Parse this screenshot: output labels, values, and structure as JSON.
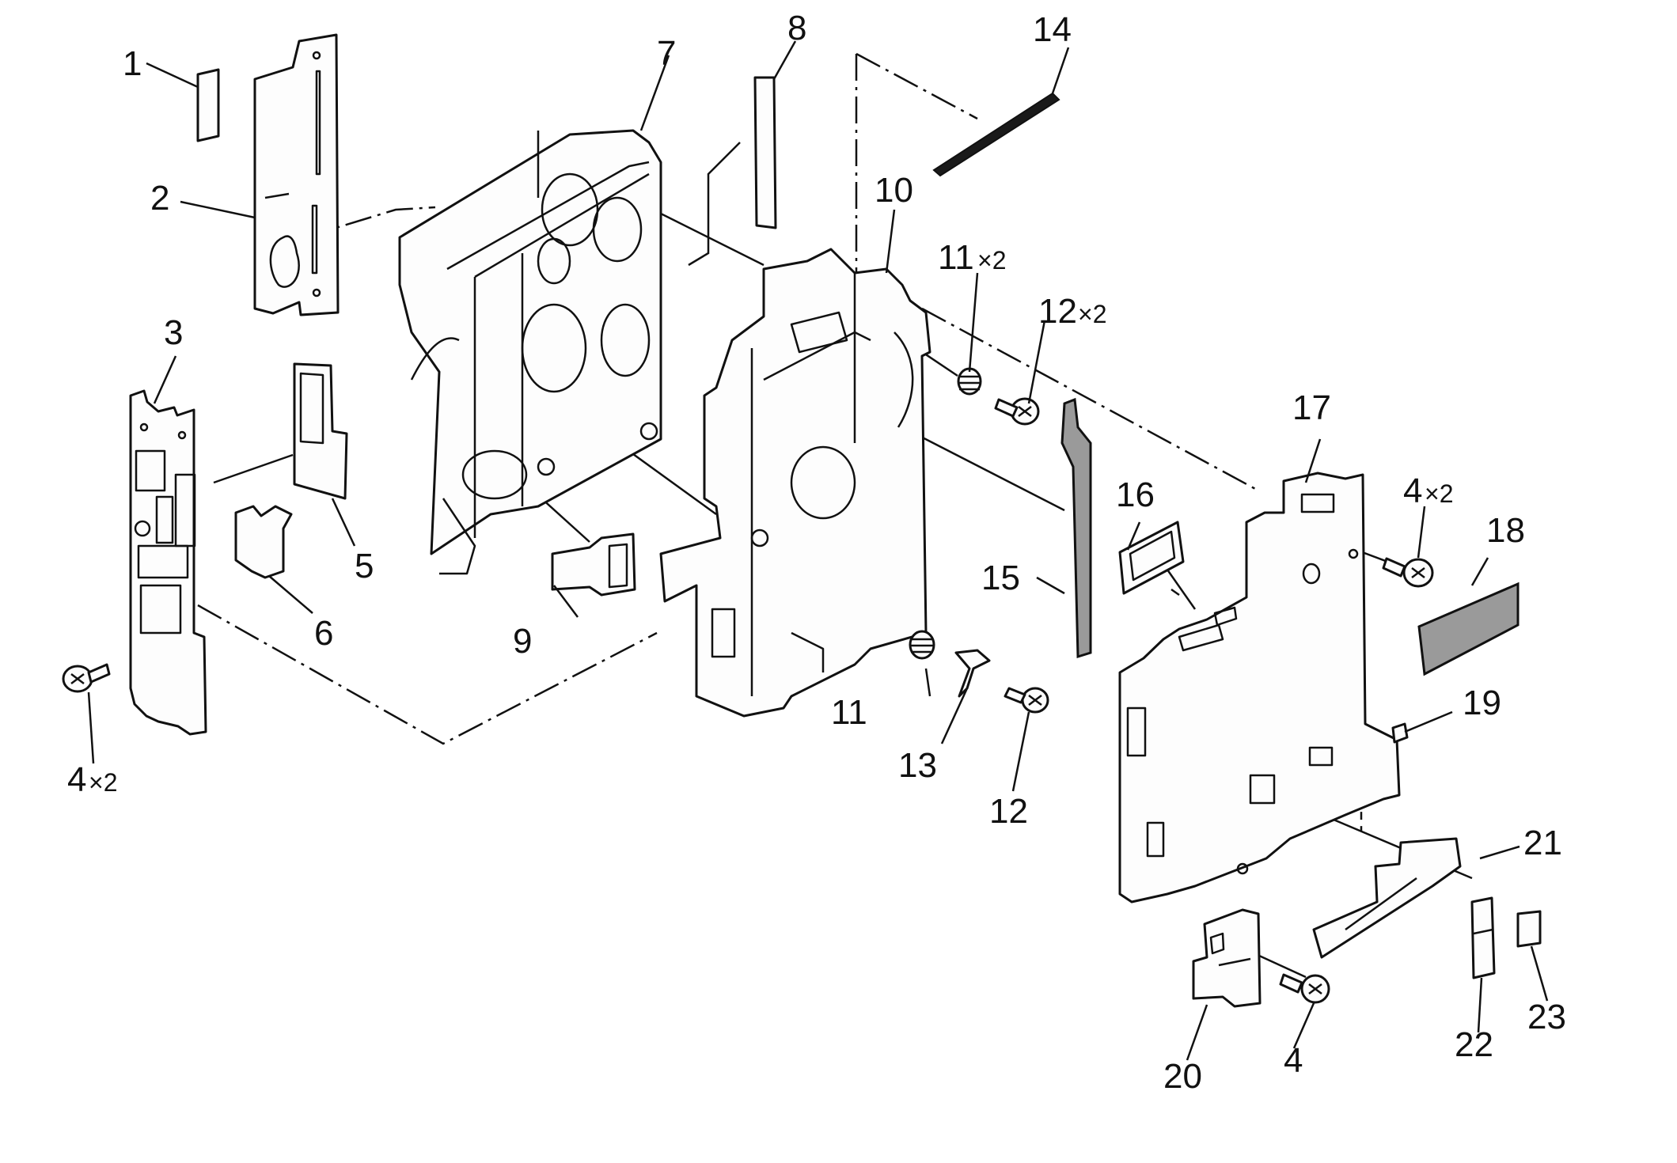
{
  "diagram": {
    "callouts": [
      {
        "num": "1"
      },
      {
        "num": "2"
      },
      {
        "num": "3"
      },
      {
        "num": "4",
        "qty": "×2"
      },
      {
        "num": "5"
      },
      {
        "num": "6"
      },
      {
        "num": "7"
      },
      {
        "num": "8"
      },
      {
        "num": "9"
      },
      {
        "num": "10"
      },
      {
        "num": "11",
        "qty": "×2"
      },
      {
        "num": "12",
        "qty": "×2"
      },
      {
        "num": "11"
      },
      {
        "num": "13"
      },
      {
        "num": "12"
      },
      {
        "num": "14"
      },
      {
        "num": "15"
      },
      {
        "num": "16"
      },
      {
        "num": "17"
      },
      {
        "num": "4",
        "qty": "×2"
      },
      {
        "num": "18"
      },
      {
        "num": "19"
      },
      {
        "num": "20"
      },
      {
        "num": "4"
      },
      {
        "num": "21"
      },
      {
        "num": "22"
      },
      {
        "num": "23"
      }
    ]
  }
}
